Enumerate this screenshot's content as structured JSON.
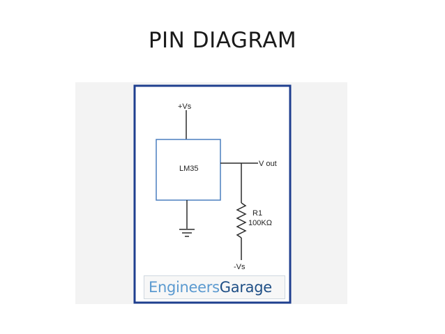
{
  "slide": {
    "title": "PIN DIAGRAM"
  },
  "circuit": {
    "supply_positive": "+Vs",
    "ic_label": "LM35",
    "output_label": "V out",
    "resistor_name": "R1",
    "resistor_value": "100KΩ",
    "supply_negative": "-Vs"
  },
  "branding": {
    "part1": "Engineers",
    "part2": "Garage"
  },
  "colors": {
    "frame": "#1f3f8f",
    "ic_box": "#4a7fbf",
    "wire": "#2a2a2a",
    "brand_light": "#5b9ad0",
    "brand_dark": "#1f4f86"
  }
}
